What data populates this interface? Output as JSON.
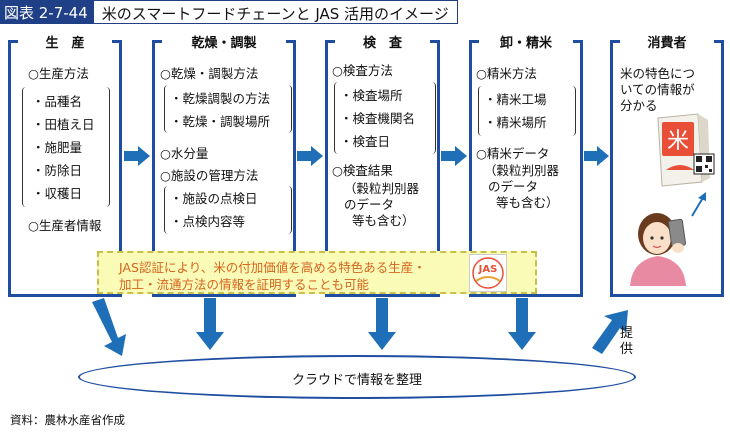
{
  "figure": {
    "number": "図表 2-7-44",
    "title": "米のスマートフードチェーンと JAS 活用のイメージ"
  },
  "stages": [
    {
      "heading": "生　産",
      "items": [
        "○生産方法",
        "・品種名",
        "・田植え日",
        "・施肥量",
        "・防除日",
        "・収穫日",
        "○生産者情報"
      ]
    },
    {
      "heading": "乾燥・調製",
      "items": [
        "○乾燥・調製方法",
        "・乾燥調製の方法",
        "・乾燥・調製場所",
        "○水分量",
        "○施設の管理方法",
        "・施設の点検日",
        "・点検内容等"
      ]
    },
    {
      "heading": "検　査",
      "items": [
        "○検査方法",
        "・検査場所",
        "・検査機関名",
        "・検査日",
        "○検査結果",
        "（穀粒判別器",
        "のデータ",
        "等も含む）"
      ]
    },
    {
      "heading": "卸・精米",
      "items": [
        "○精米方法",
        "・精米工場",
        "・精米場所",
        "○精米データ",
        "（穀粒判別器",
        "のデータ",
        "等も含む）"
      ]
    },
    {
      "heading": "消費者",
      "items": [
        "米の特色につ",
        "いての情報が",
        "分かる"
      ]
    }
  ],
  "banner": {
    "line1": "JAS認証により、米の付加価値を高める特色ある生産・",
    "line2": "加工・流通方法の情報を証明することも可能",
    "logo_text": "JAS"
  },
  "cloud": {
    "label": "クラウドで情報を整理"
  },
  "provide_label": [
    "提",
    "供"
  ],
  "rice_bag_text": "米",
  "source": "資料：農林水産省作成",
  "colors": {
    "frame": "#1f4ea0",
    "arrow": "#1f6fb8",
    "banner_text": "#d4641c",
    "banner_bg": "#fbfbb8"
  }
}
